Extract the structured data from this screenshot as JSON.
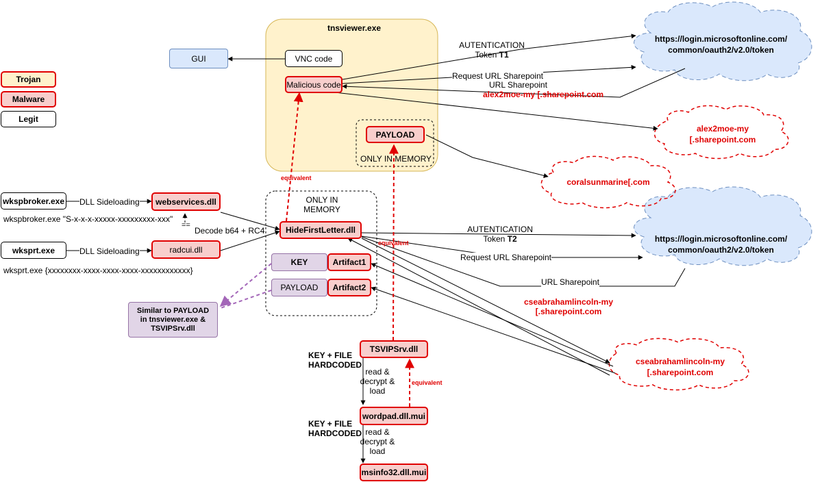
{
  "legend": {
    "trojan": "Trojan",
    "malware": "Malware",
    "legit": "Legit"
  },
  "tnsviewer": {
    "title": "tnsviewer.exe",
    "vnc": "VNC code",
    "malicious": "Malicious code",
    "payload": "PAYLOAD",
    "only_in_memory": "ONLY IN MEMORY"
  },
  "gui": "GUI",
  "clouds": {
    "login1": "https://login.microsoftonline.com/ common/oauth2/v2.0/token",
    "login2": "https://login.microsoftonline.com/ common/oauth2/v2.0/token",
    "alex": "alex2moe-my [.sharepoint.com",
    "coral": "coralsunmarine[.com",
    "csea": "cseabrahamlincoln-my [.sharepoint.com"
  },
  "top_flow": {
    "auth": "AUTENTICATION",
    "token": "Token ",
    "token_id": "T1",
    "request": "Request URL Sharepoint",
    "url_sharepoint": "URL Sharepoint",
    "alex": "alex2moe-my [.sharepoint.com"
  },
  "left": {
    "wkspbroker": "wkspbroker.exe",
    "wkspbroker_args": "wkspbroker.exe \"S-x-x-x-xxxxx-xxxxxxxxx-xxx\"",
    "wksprt": "wksprt.exe",
    "wksprt_args": "wksprt.exe  {xxxxxxxx-xxxx-xxxx-xxxx-xxxxxxxxxxxx}",
    "sideload1": "DLL Sideloading",
    "sideload2": "DLL Sideloading",
    "webservices": "webservices.dll",
    "radcui": "radcui.dll",
    "equal": "==",
    "decode": "Decode b64 + RC4"
  },
  "memory": {
    "title": "ONLY IN MEMORY",
    "hide": "HideFirstLetter.dll",
    "key": "KEY",
    "artifact1": "Artifact1",
    "payload": "PAYLOAD",
    "artifact2": "Artifact2"
  },
  "similar": "Similar to PAYLOAD in tnsviewer.exe & TSVIPSrv.dll",
  "mid_flow": {
    "auth": "AUTENTICATION",
    "token": "Token ",
    "token_id": "T2",
    "request": "Request URL Sharepoint",
    "url_sharepoint": "URL Sharepoint",
    "csea": "cseabrahamlincoln-my [.sharepoint.com"
  },
  "bottom": {
    "key_file_1": "KEY + FILE HARDCODED",
    "tsvip": "TSVIPSrv.dll",
    "read1": "read & decrypt & load",
    "wordpad": "wordpad.dll.mui",
    "key_file_2": "KEY + FILE HARDCODED",
    "read2": "read & decrypt & load",
    "msinfo": "msinfo32.dll.mui"
  },
  "equivalent": "equivalent",
  "colors": {
    "red": "#e00000",
    "trojan_fill": "#fff2cc",
    "malware_fill": "#f8cecc",
    "gui_fill": "#dae8fc",
    "cloud_blue": "#dae8fc",
    "purple_fill": "#e1d5e7",
    "purple_line": "#a366b8"
  },
  "icons": [
    "arrow-icon",
    "cloud-icon"
  ]
}
